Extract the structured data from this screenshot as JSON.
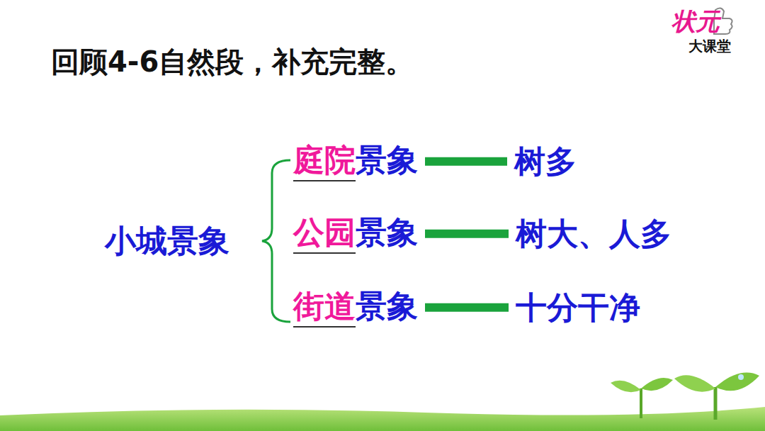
{
  "diagram": {
    "title": "回顾4-6自然段，补充完整。",
    "nodes": [
      {
        "text": [
          "小城景象"
        ]
      },
      {
        "text": [
          "庭院",
          "景象"
        ]
      },
      {
        "text": [
          "树多"
        ]
      },
      {
        "text": [
          "公园",
          "景象"
        ]
      },
      {
        "text": [
          "树大、人多"
        ]
      },
      {
        "text": [
          "街道",
          "景象"
        ]
      },
      {
        "text": [
          "十分干净"
        ]
      }
    ],
    "edges": [
      {
        "from": 1,
        "to": 2,
        "arrow": "none"
      },
      {
        "from": 3,
        "to": 4,
        "arrow": "none"
      },
      {
        "from": 5,
        "to": 6,
        "arrow": "none"
      }
    ],
    "labels": [
      "状元",
      "大课堂"
    ]
  }
}
